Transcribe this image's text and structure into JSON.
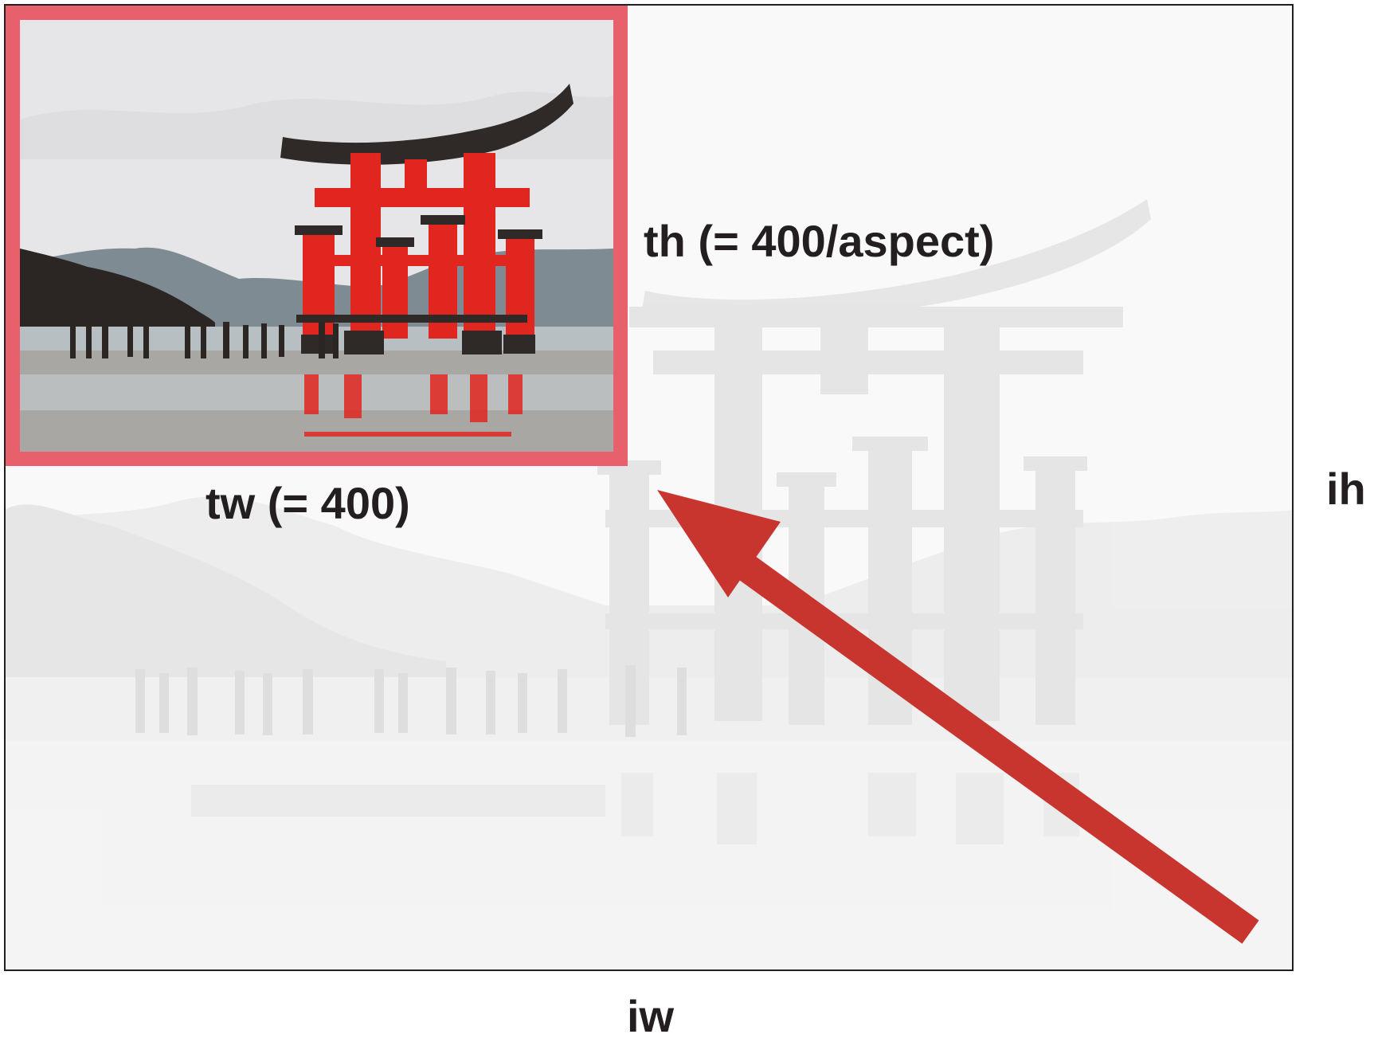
{
  "labels": {
    "thumb_height": "th (= 400/aspect)",
    "thumb_width": "tw (= 400)",
    "image_height": "ih",
    "image_width": "iw"
  },
  "colors": {
    "frame_border": "#e8606b",
    "arrow": "#c8352f",
    "image_border": "#231f20",
    "text": "#231f20",
    "faded_scene": "#dedede",
    "torii_red": "#e1261f"
  },
  "icons": {
    "full_image": "faded-torii-gate-photo",
    "thumbnail": "torii-gate-thumbnail-photo",
    "arrow": "scale-down-arrow-icon"
  }
}
